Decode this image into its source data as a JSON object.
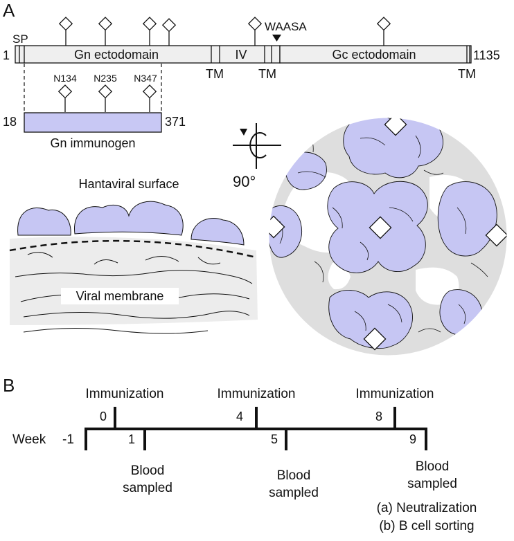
{
  "panel_a": {
    "letter": "A",
    "sp_label": "SP",
    "start_num": "1",
    "end_num": "1135",
    "gn_ectodomain_label": "Gn ectodomain",
    "iv_label": "IV",
    "gc_ectodomain_label": "Gc ectodomain",
    "tm_label": "TM",
    "waasa_label": "WAASA",
    "immunogen": {
      "start": "18",
      "end": "371",
      "label": "Gn immunogen",
      "glycan_labels": [
        "N134",
        "N235",
        "N347"
      ],
      "fill_color": "#c8c8f4"
    },
    "rotation_label": "90°",
    "surface_label": "Hantaviral surface",
    "membrane_label": "Viral membrane",
    "colors": {
      "gn_density": "#c6c6f3",
      "gc_density": "#d9d9d9",
      "ectodomain_fill": "#efefef"
    }
  },
  "panel_b": {
    "letter": "B",
    "week_label": "Week",
    "immunization_label": "Immunization",
    "blood_label": "Blood",
    "sampled_label": "sampled",
    "immunization_weeks": [
      "0",
      "4",
      "8"
    ],
    "blood_weeks": [
      "1",
      "5",
      "9"
    ],
    "start_week": "-1",
    "followup_a": "(a) Neutralization",
    "followup_b": "(b) B cell sorting"
  }
}
